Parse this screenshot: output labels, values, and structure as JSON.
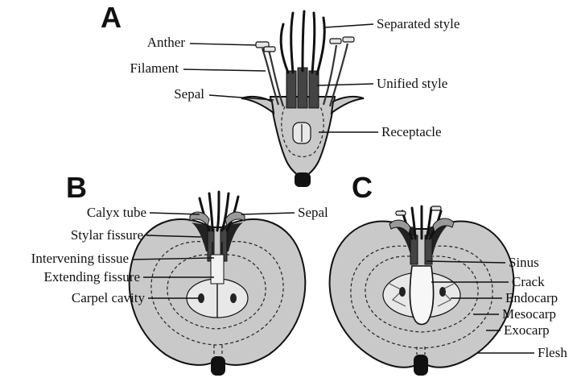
{
  "panels": {
    "a": {
      "letter": "A",
      "labels": {
        "anther": "Anther",
        "filament": "Filament",
        "sepal": "Sepal",
        "separated_style": "Separated style",
        "unified_style": "Unified style",
        "receptacle": "Receptacle"
      }
    },
    "b": {
      "letter": "B",
      "labels": {
        "calyx_tube": "Calyx tube",
        "stylar_fissure": "Stylar fissure",
        "intervening_tissue": "Intervening tissue",
        "extending_fissure": "Extending fissure",
        "carpel_cavity": "Carpel cavity",
        "sepal": "Sepal"
      }
    },
    "c": {
      "letter": "C",
      "labels": {
        "sinus": "Sinus",
        "crack": "Crack",
        "endocarp": "Endocarp",
        "mesocarp": "Mesocarp",
        "exocarp": "Exocarp",
        "flesh": "Flesh"
      }
    }
  }
}
